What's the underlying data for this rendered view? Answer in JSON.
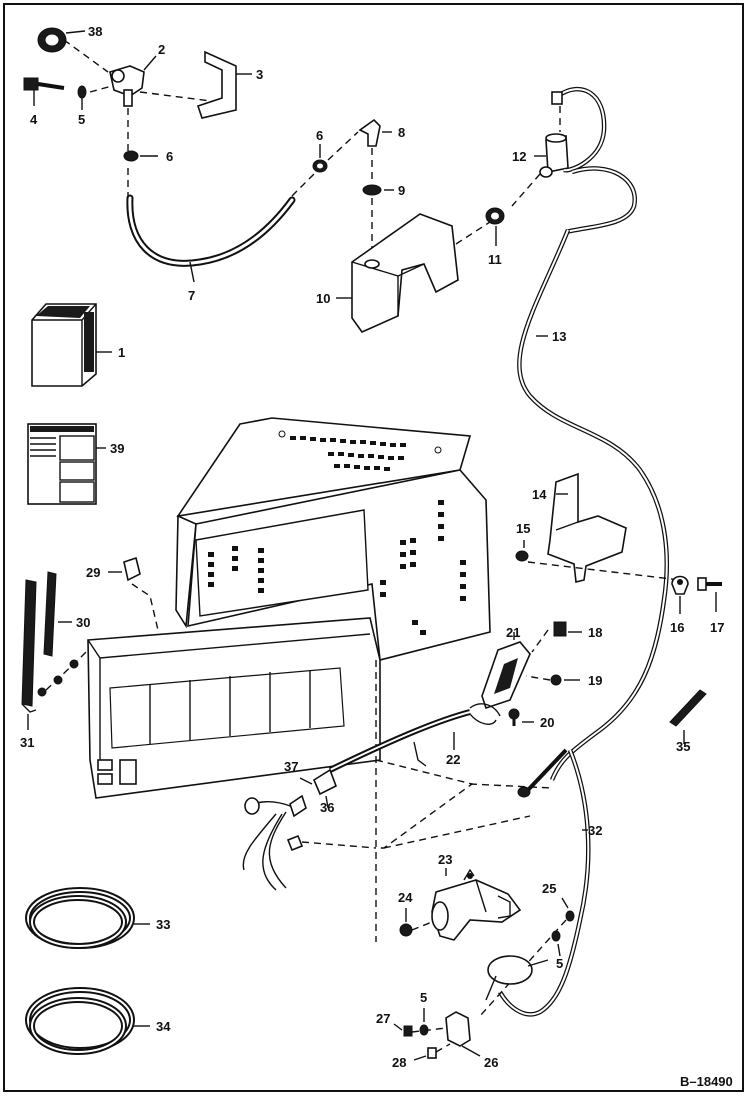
{
  "diagram": {
    "reference_code": "B–18490",
    "callouts": [
      {
        "id": "38",
        "text": "38"
      },
      {
        "id": "2",
        "text": "2"
      },
      {
        "id": "3",
        "text": "3"
      },
      {
        "id": "4",
        "text": "4"
      },
      {
        "id": "5a",
        "text": "5"
      },
      {
        "id": "6a",
        "text": "6"
      },
      {
        "id": "6b",
        "text": "6"
      },
      {
        "id": "8",
        "text": "8"
      },
      {
        "id": "9",
        "text": "9"
      },
      {
        "id": "12",
        "text": "12"
      },
      {
        "id": "11",
        "text": "11"
      },
      {
        "id": "7",
        "text": "7"
      },
      {
        "id": "10",
        "text": "10"
      },
      {
        "id": "1",
        "text": "1"
      },
      {
        "id": "13",
        "text": "13"
      },
      {
        "id": "39",
        "text": "39"
      },
      {
        "id": "14",
        "text": "14"
      },
      {
        "id": "15",
        "text": "15"
      },
      {
        "id": "29",
        "text": "29"
      },
      {
        "id": "16",
        "text": "16"
      },
      {
        "id": "17",
        "text": "17"
      },
      {
        "id": "30",
        "text": "30"
      },
      {
        "id": "21",
        "text": "21"
      },
      {
        "id": "18",
        "text": "18"
      },
      {
        "id": "19",
        "text": "19"
      },
      {
        "id": "31",
        "text": "31"
      },
      {
        "id": "20",
        "text": "20"
      },
      {
        "id": "35",
        "text": "35"
      },
      {
        "id": "22",
        "text": "22"
      },
      {
        "id": "37",
        "text": "37"
      },
      {
        "id": "36",
        "text": "36"
      },
      {
        "id": "32",
        "text": "32"
      },
      {
        "id": "23",
        "text": "23"
      },
      {
        "id": "25",
        "text": "25"
      },
      {
        "id": "24",
        "text": "24"
      },
      {
        "id": "33",
        "text": "33"
      },
      {
        "id": "5b",
        "text": "5"
      },
      {
        "id": "5c",
        "text": "5"
      },
      {
        "id": "34",
        "text": "34"
      },
      {
        "id": "27",
        "text": "27"
      },
      {
        "id": "26",
        "text": "26"
      },
      {
        "id": "28",
        "text": "28"
      }
    ]
  }
}
